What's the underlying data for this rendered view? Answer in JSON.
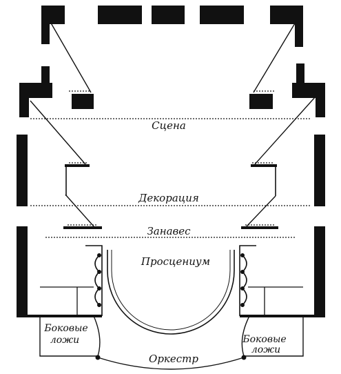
{
  "labels": {
    "stage": "Сцена",
    "decoration": "Декорация",
    "curtain": "Занавес",
    "proscenium": "Просцениум",
    "side_boxes_left_line1": "Боковые",
    "side_boxes_left_line2": "ложи",
    "side_boxes_right_line1": "Боковые",
    "side_boxes_right_line2": "ложи",
    "orchestra": "Оркестр"
  },
  "colors": {
    "ink": "#111111",
    "paper": "#ffffff"
  }
}
